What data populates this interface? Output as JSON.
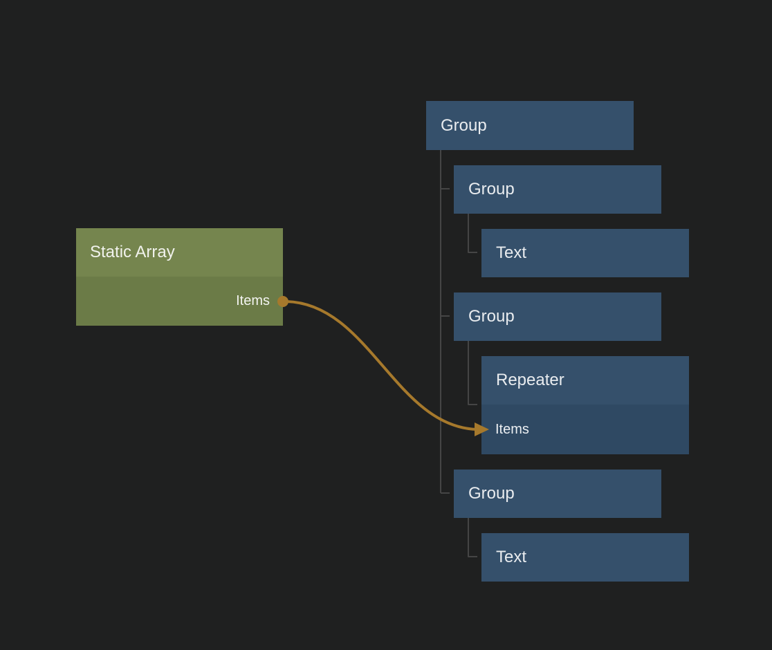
{
  "canvas": {
    "background_color": "#1f2020",
    "kind": "node-graph-editor"
  },
  "static_array_node": {
    "title": "Static Array",
    "output_port_label": "Items",
    "header_color": "#75854e",
    "body_color": "#6b7b47"
  },
  "tree": {
    "nodes": [
      {
        "label": "Group",
        "depth": 0
      },
      {
        "label": "Group",
        "depth": 1
      },
      {
        "label": "Text",
        "depth": 2
      },
      {
        "label": "Group",
        "depth": 1
      },
      {
        "label": "Repeater",
        "depth": 2,
        "input_port_label": "Items"
      },
      {
        "label": "Group",
        "depth": 1
      },
      {
        "label": "Text",
        "depth": 2
      }
    ],
    "node_color": "#35506b",
    "port_row_color": "#2f4963",
    "connector_line_color": "#454545"
  },
  "connection": {
    "from_node": "Static Array",
    "from_port": "Items",
    "to_node": "Repeater",
    "to_port": "Items",
    "wire_color": "#a6792c"
  }
}
